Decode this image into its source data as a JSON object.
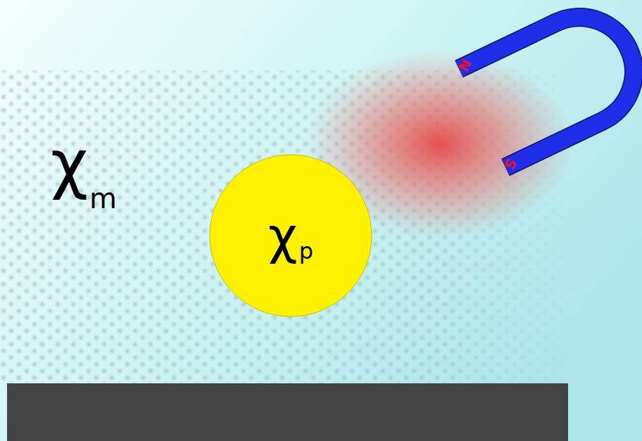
{
  "diagram": {
    "nodes": [
      {
        "text": [
          "χ",
          "p"
        ]
      },
      {
        "text": [
          "N",
          "S"
        ]
      }
    ],
    "labels": [
      "χ",
      "m"
    ]
  }
}
